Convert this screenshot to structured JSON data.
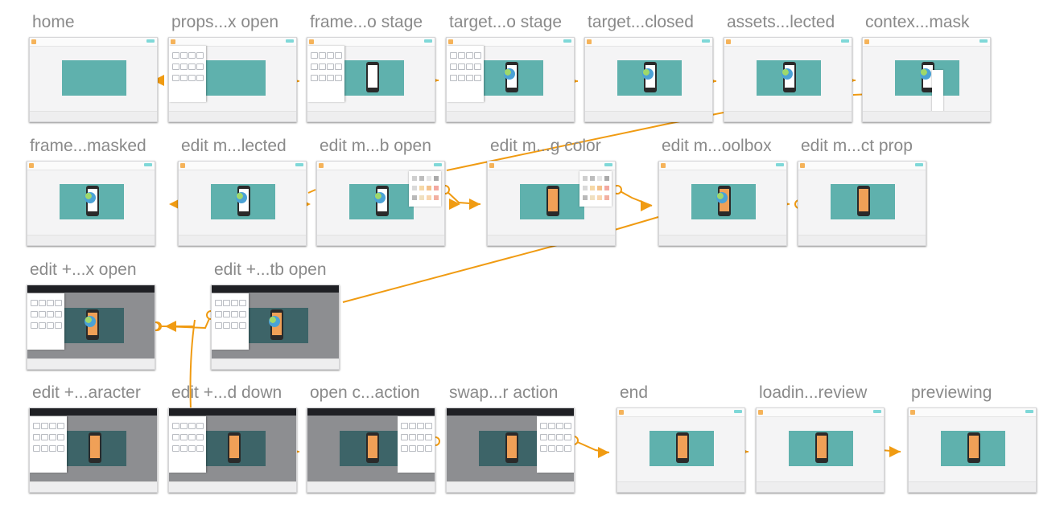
{
  "diagram": {
    "colors": {
      "edge": "#f09b12",
      "label": "#8a8a8a",
      "stage": "#5fb1ad",
      "accent_button": "#7fd8d8"
    },
    "nodes": [
      {
        "id": "home",
        "label": "home"
      },
      {
        "id": "props_box_open",
        "label": "props...x open"
      },
      {
        "id": "frame_to_stage",
        "label": "frame...o stage"
      },
      {
        "id": "target_to_stage",
        "label": "target...o stage"
      },
      {
        "id": "target_closed",
        "label": "target...closed"
      },
      {
        "id": "assets_selected",
        "label": "assets...lected"
      },
      {
        "id": "context_mask",
        "label": "contex...mask"
      },
      {
        "id": "frame_masked",
        "label": "frame...masked"
      },
      {
        "id": "edit_m_selected",
        "label": "edit m...lected"
      },
      {
        "id": "edit_m_tab_open",
        "label": "edit m...b open"
      },
      {
        "id": "edit_m_color",
        "label": "edit m...g color"
      },
      {
        "id": "edit_m_toolbox",
        "label": "edit m...oolbox"
      },
      {
        "id": "edit_m_prop",
        "label": "edit m...ct prop"
      },
      {
        "id": "edit_plus_box_open",
        "label": "edit +...x open"
      },
      {
        "id": "edit_plus_tab_open",
        "label": "edit +...tb open"
      },
      {
        "id": "edit_plus_character",
        "label": "edit +...aracter"
      },
      {
        "id": "edit_plus_down",
        "label": "edit +...d down"
      },
      {
        "id": "open_action",
        "label": "open c...action"
      },
      {
        "id": "swap_action",
        "label": "swap...r action"
      },
      {
        "id": "end",
        "label": "end"
      },
      {
        "id": "loading_preview",
        "label": "loadin...review"
      },
      {
        "id": "previewing",
        "label": "previewing"
      }
    ]
  }
}
